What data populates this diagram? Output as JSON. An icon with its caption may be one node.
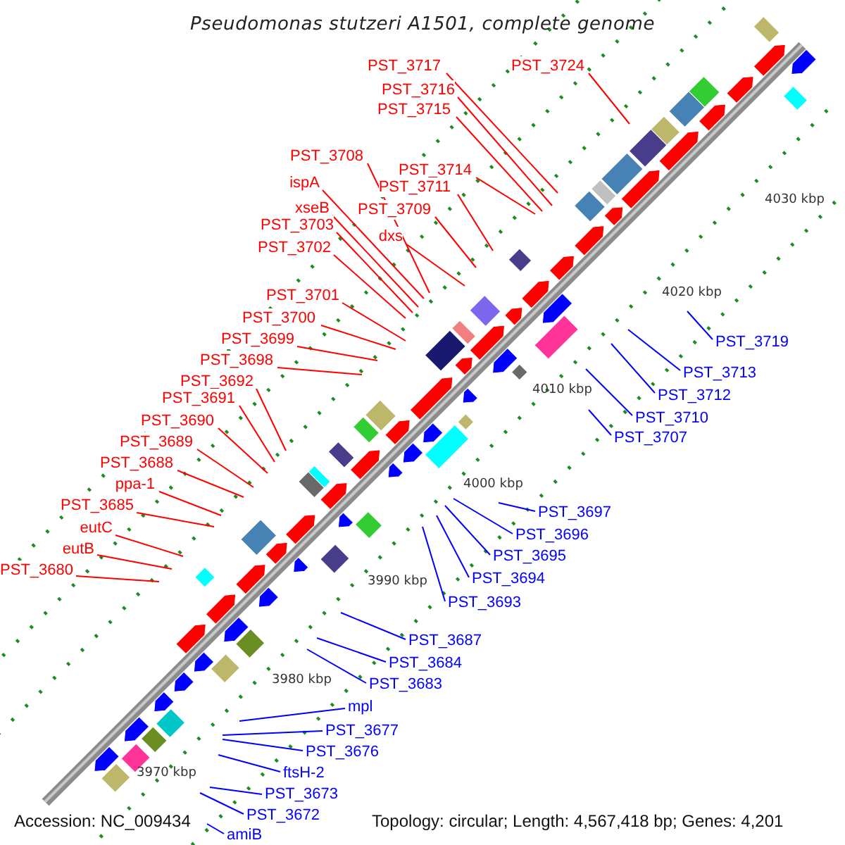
{
  "diagram": {
    "title": "Pseudomonas stutzeri A1501, complete genome",
    "nodes": [
      {
        "text": [
          "PST_3717"
        ]
      },
      {
        "text": [
          "PST_3724"
        ]
      },
      {
        "text": [
          "PST_3716"
        ]
      },
      {
        "text": [
          "PST_3715"
        ]
      },
      {
        "text": [
          "PST_3708"
        ]
      },
      {
        "text": [
          "PST_3714"
        ]
      },
      {
        "text": [
          "ispA"
        ]
      },
      {
        "text": [
          "PST_3711"
        ]
      },
      {
        "text": [
          "xseB"
        ]
      },
      {
        "text": [
          "PST_3709"
        ]
      },
      {
        "text": [
          "PST_3703"
        ]
      },
      {
        "text": [
          "dxs"
        ]
      },
      {
        "text": [
          "PST_3702"
        ]
      },
      {
        "text": [
          "PST_3701"
        ]
      },
      {
        "text": [
          "PST_3700"
        ]
      },
      {
        "text": [
          "PST_3699"
        ]
      },
      {
        "text": [
          "PST_3719"
        ]
      },
      {
        "text": [
          "PST_3698"
        ]
      },
      {
        "text": [
          "PST_3713"
        ]
      },
      {
        "text": [
          "PST_3692"
        ]
      },
      {
        "text": [
          "PST_3712"
        ]
      },
      {
        "text": [
          "PST_3691"
        ]
      },
      {
        "text": [
          "PST_3710"
        ]
      },
      {
        "text": [
          "PST_3690"
        ]
      },
      {
        "text": [
          "PST_3707"
        ]
      },
      {
        "text": [
          "PST_3689"
        ]
      },
      {
        "text": [
          "PST_3688"
        ]
      },
      {
        "text": [
          "ppa-1"
        ]
      },
      {
        "text": [
          "PST_3685"
        ]
      },
      {
        "text": [
          "PST_3697"
        ]
      },
      {
        "text": [
          "eutC"
        ]
      },
      {
        "text": [
          "PST_3696"
        ]
      },
      {
        "text": [
          "eutB"
        ]
      },
      {
        "text": [
          "PST_3695"
        ]
      },
      {
        "text": [
          "PST_3680"
        ]
      },
      {
        "text": [
          "PST_3694"
        ]
      },
      {
        "text": [
          "PST_3693"
        ]
      },
      {
        "text": [
          "PST_3687"
        ]
      },
      {
        "text": [
          "PST_3684"
        ]
      },
      {
        "text": [
          "PST_3683"
        ]
      },
      {
        "text": [
          "mpl"
        ]
      },
      {
        "text": [
          "PST_3677"
        ]
      },
      {
        "text": [
          "PST_3676"
        ]
      },
      {
        "text": [
          "ftsH-2"
        ]
      },
      {
        "text": [
          "PST_3673"
        ]
      },
      {
        "text": [
          "PST_3672"
        ]
      },
      {
        "text": [
          "amiB"
        ]
      }
    ],
    "edges": [
      {
        "from": 0,
        "to": null,
        "arrow": "none"
      },
      {
        "from": 1,
        "to": null,
        "arrow": "none"
      },
      {
        "from": 2,
        "to": null,
        "arrow": "none"
      },
      {
        "from": 3,
        "to": null,
        "arrow": "none"
      },
      {
        "from": 4,
        "to": null,
        "arrow": "none"
      },
      {
        "from": 5,
        "to": null,
        "arrow": "none"
      },
      {
        "from": 6,
        "to": null,
        "arrow": "none"
      },
      {
        "from": 7,
        "to": null,
        "arrow": "none"
      },
      {
        "from": 8,
        "to": null,
        "arrow": "none"
      },
      {
        "from": 9,
        "to": null,
        "arrow": "none"
      },
      {
        "from": 10,
        "to": null,
        "arrow": "none"
      },
      {
        "from": 11,
        "to": null,
        "arrow": "none"
      },
      {
        "from": 12,
        "to": null,
        "arrow": "none"
      },
      {
        "from": 13,
        "to": null,
        "arrow": "none"
      },
      {
        "from": 14,
        "to": null,
        "arrow": "none"
      },
      {
        "from": 15,
        "to": null,
        "arrow": "none"
      },
      {
        "from": 16,
        "to": null,
        "arrow": "none",
        "color": "#0000ff"
      },
      {
        "from": 17,
        "to": null,
        "arrow": "none"
      },
      {
        "from": 18,
        "to": null,
        "arrow": "none",
        "color": "#0000ff"
      },
      {
        "from": 19,
        "to": null,
        "arrow": "none"
      },
      {
        "from": 20,
        "to": null,
        "arrow": "none",
        "color": "#0000ff"
      },
      {
        "from": 21,
        "to": null,
        "arrow": "none"
      },
      {
        "from": 22,
        "to": null,
        "arrow": "none",
        "color": "#0000ff"
      },
      {
        "from": 23,
        "to": null,
        "arrow": "none"
      },
      {
        "from": 24,
        "to": null,
        "arrow": "none",
        "color": "#0000ff"
      },
      {
        "from": 25,
        "to": null,
        "arrow": "none"
      },
      {
        "from": 26,
        "to": null,
        "arrow": "none"
      },
      {
        "from": 27,
        "to": null,
        "arrow": "none"
      },
      {
        "from": 28,
        "to": null,
        "arrow": "none"
      },
      {
        "from": 29,
        "to": null,
        "arrow": "none",
        "color": "#0000ff"
      },
      {
        "from": 30,
        "to": null,
        "arrow": "none"
      },
      {
        "from": 31,
        "to": null,
        "arrow": "none",
        "color": "#0000ff"
      },
      {
        "from": 32,
        "to": null,
        "arrow": "none"
      },
      {
        "from": 33,
        "to": null,
        "arrow": "none",
        "color": "#0000ff"
      },
      {
        "from": 34,
        "to": null,
        "arrow": "none"
      },
      {
        "from": 35,
        "to": null,
        "arrow": "none",
        "color": "#0000ff"
      },
      {
        "from": 36,
        "to": null,
        "arrow": "none",
        "color": "#0000ff"
      },
      {
        "from": 37,
        "to": null,
        "arrow": "none",
        "color": "#0000ff"
      },
      {
        "from": 38,
        "to": null,
        "arrow": "none",
        "color": "#0000ff"
      },
      {
        "from": 39,
        "to": null,
        "arrow": "none",
        "color": "#0000ff"
      },
      {
        "from": 40,
        "to": null,
        "arrow": "none",
        "color": "#0000ff"
      },
      {
        "from": 41,
        "to": null,
        "arrow": "none",
        "color": "#0000ff"
      },
      {
        "from": 42,
        "to": null,
        "arrow": "none",
        "color": "#0000ff"
      },
      {
        "from": 43,
        "to": null,
        "arrow": "none",
        "color": "#0000ff"
      },
      {
        "from": 44,
        "to": null,
        "arrow": "none",
        "color": "#0000ff"
      },
      {
        "from": 45,
        "to": null,
        "arrow": "none",
        "color": "#0000ff"
      },
      {
        "from": 46,
        "to": null,
        "arrow": "none",
        "color": "#0000ff"
      }
    ],
    "labels": [
      "4030 kbp",
      "4020 kbp",
      "4010 kbp",
      "4000 kbp",
      "3990 kbp",
      "3980 kbp",
      "3970 kbp",
      "Accession: NC_009434",
      "Topology: circular; Length: 4,567,418 bp; Genes: 4,201"
    ]
  }
}
